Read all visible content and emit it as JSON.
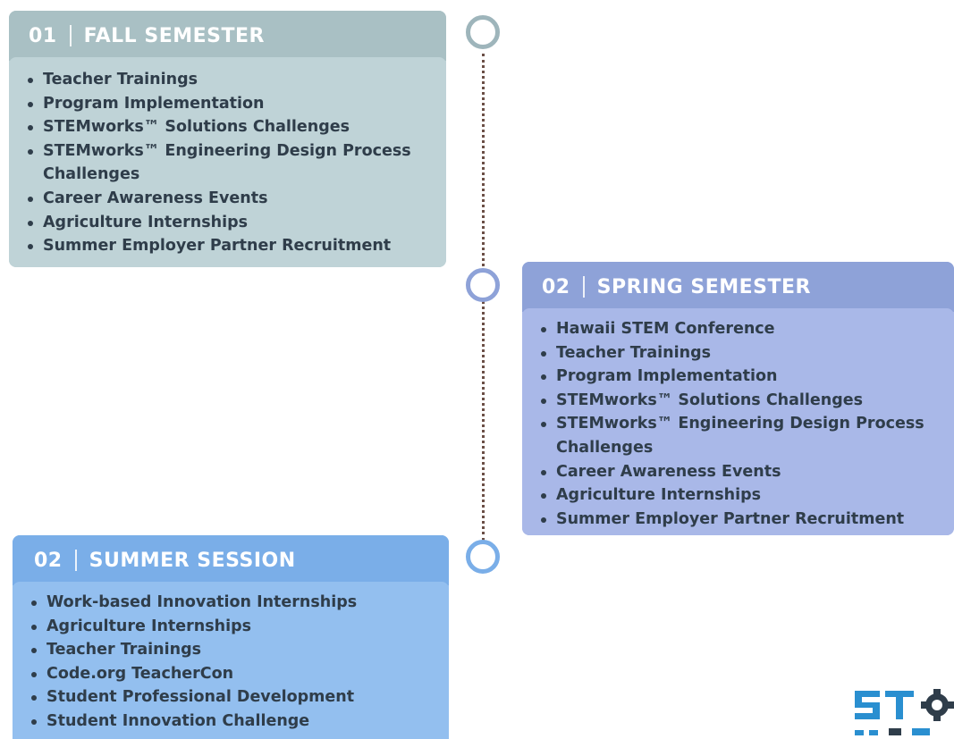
{
  "cards": [
    {
      "number": "01",
      "title": "FALL SEMESTER",
      "items": [
        "Teacher Trainings",
        "Program Implementation",
        "STEMworks™ Solutions Challenges",
        "STEMworks™ Engineering Design Process Challenges",
        "Career Awareness Events",
        "Agriculture Internships",
        "Summer Employer Partner Recruitment"
      ]
    },
    {
      "number": "02",
      "title": "SPRING SEMESTER",
      "items": [
        "Hawaii STEM Conference",
        "Teacher Trainings",
        "Program Implementation",
        "STEMworks™ Solutions Challenges",
        "STEMworks™ Engineering Design Process Challenges",
        "Career Awareness Events",
        "Agriculture Internships",
        "Summer Employer Partner Recruitment"
      ]
    },
    {
      "number": "02",
      "title": "SUMMER SESSION",
      "items": [
        "Work-based Innovation Internships",
        "Agriculture Internships",
        "Teacher Trainings",
        "Code.org TeacherCon",
        "Student Professional Development",
        "Student Innovation Challenge"
      ]
    }
  ],
  "colors": {
    "fall_header": "#a9c0c4",
    "fall_body": "#bfd3d7",
    "spring_header": "#8ea2d8",
    "spring_body": "#a9b8e8",
    "summer_header": "#7aaee8",
    "summer_body": "#93bfef",
    "timeline_dots": "#6b4f46",
    "logo_blue": "#2a8fd0"
  },
  "logo": {
    "icon": "stemworks-logo-icon"
  }
}
